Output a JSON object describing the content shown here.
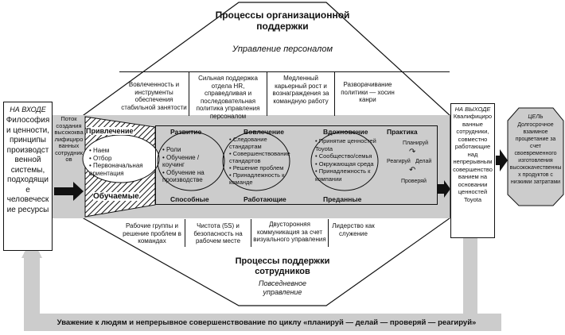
{
  "top": {
    "title": "Процессы организационной поддержки",
    "subtitle": "Управление персоналом",
    "boxes": [
      "Вовлеченность и инструменты обеспечения стабильной занятости",
      "Сильная поддержка отдела HR, справедливая и последовательная политика управления персоналом",
      "Медленный карьерный рост и вознаграждения за командную работу",
      "Разворачивание политики — хосин канри"
    ]
  },
  "input": {
    "label": "НА ВХОДЕ",
    "text": "Философия и ценности, принципы производственной системы, подходящие человеческие ресурсы"
  },
  "flow": "Поток создания высококвалифицированных сотрудников",
  "attract": {
    "title": "Привлечение",
    "items": [
      "Наем",
      "Отбор",
      "Первоначальная ориентация"
    ],
    "bottom": "Обучаемые"
  },
  "stages": [
    {
      "title": "Развитие",
      "items": [
        "Роли",
        "Обучение / коучинг",
        "Обучение на производстве"
      ],
      "bottom": "Способные"
    },
    {
      "title": "Вовлечение",
      "items": [
        "Следование стандартам",
        "Совершенствование стандартов",
        "Решение проблем",
        "Принадлежность к команде"
      ],
      "bottom": "Работающие"
    },
    {
      "title": "Вдохновение",
      "items": [
        "Принятие ценностей Toyota",
        "Сообщество/семья",
        "Окружающая среда",
        "Принадлежность к компании"
      ],
      "bottom": "Преданные"
    }
  ],
  "practice": {
    "title": "Практика",
    "plan": "Планируй",
    "act": "Реагируй",
    "do": "Делай",
    "check": "Проверяй"
  },
  "output": {
    "label": "НА ВЫХОДЕ",
    "text": "Квалифицированные сотрудники, совместно работающие над непрерывным совершенствованием на основании ценностей Toyota"
  },
  "goal": {
    "label": "ЦЕЛЬ",
    "text": "Долгосрочное взаимное процветание за счет своевременного изготовления высококачественных продуктов с низкими затратами"
  },
  "bottom": {
    "boxes": [
      "Рабочие группы и решение проблем в командах",
      "Чистота (5S) и безопасность на рабочем месте",
      "Двусторонняя коммуникация за счет визуального управления",
      "Лидерство как служение"
    ],
    "title": "Процессы поддержки сотрудников",
    "subtitle": "Повседневное управление"
  },
  "footer": "Уважение к людям и непрерывное совершенствование по циклу «планируй — делай — проверяй — реагируй»"
}
